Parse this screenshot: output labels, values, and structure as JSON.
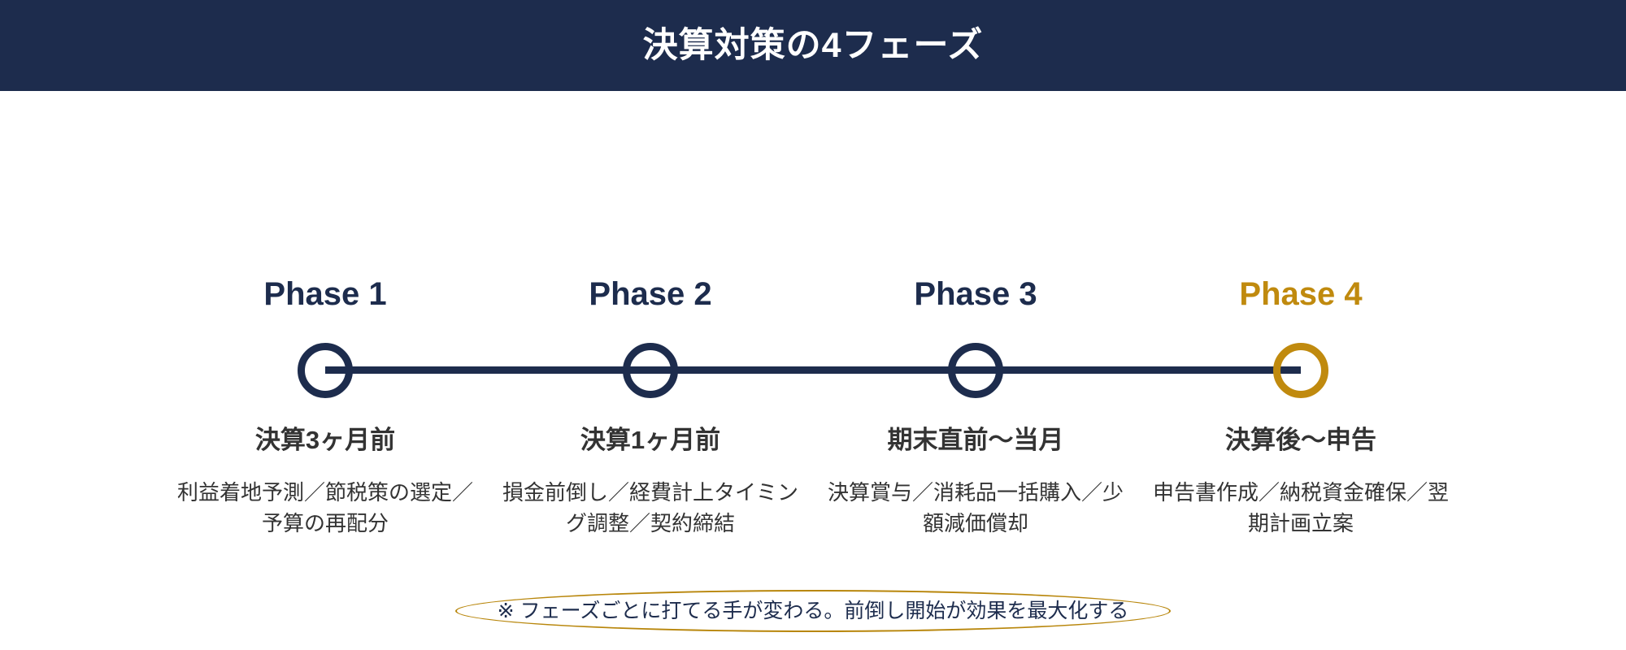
{
  "header": {
    "title": "決算対策の4フェーズ",
    "background_color": "#1d2c4d",
    "text_color": "#ffffff"
  },
  "theme": {
    "navy": "#1d2c4d",
    "gold": "#c08a0e",
    "ellipse_gold": "#b8860b",
    "body_text": "#333333",
    "background": "#ffffff"
  },
  "timeline": {
    "line_color": "#1d2c4d",
    "phases": [
      {
        "label": "Phase 1",
        "label_color": "#1d2c4d",
        "node_color": "#1d2c4d",
        "time": "決算3ヶ月前",
        "description": "利益着地予測／節税策の選定／予算の再配分"
      },
      {
        "label": "Phase 2",
        "label_color": "#1d2c4d",
        "node_color": "#1d2c4d",
        "time": "決算1ヶ月前",
        "description": "損金前倒し／経費計上タイミング調整／契約締結"
      },
      {
        "label": "Phase 3",
        "label_color": "#1d2c4d",
        "node_color": "#1d2c4d",
        "time": "期末直前〜当月",
        "description": "決算賞与／消耗品一括購入／少額減価償却"
      },
      {
        "label": "Phase 4",
        "label_color": "#c08a0e",
        "node_color": "#c08a0e",
        "time": "決算後〜申告",
        "description": "申告書作成／納税資金確保／翌期計画立案"
      }
    ]
  },
  "footnote": {
    "text": "※ フェーズごとに打てる手が変わる。前倒し開始が効果を最大化する",
    "text_color": "#1d2c4d",
    "outline_color": "#b8860b"
  }
}
